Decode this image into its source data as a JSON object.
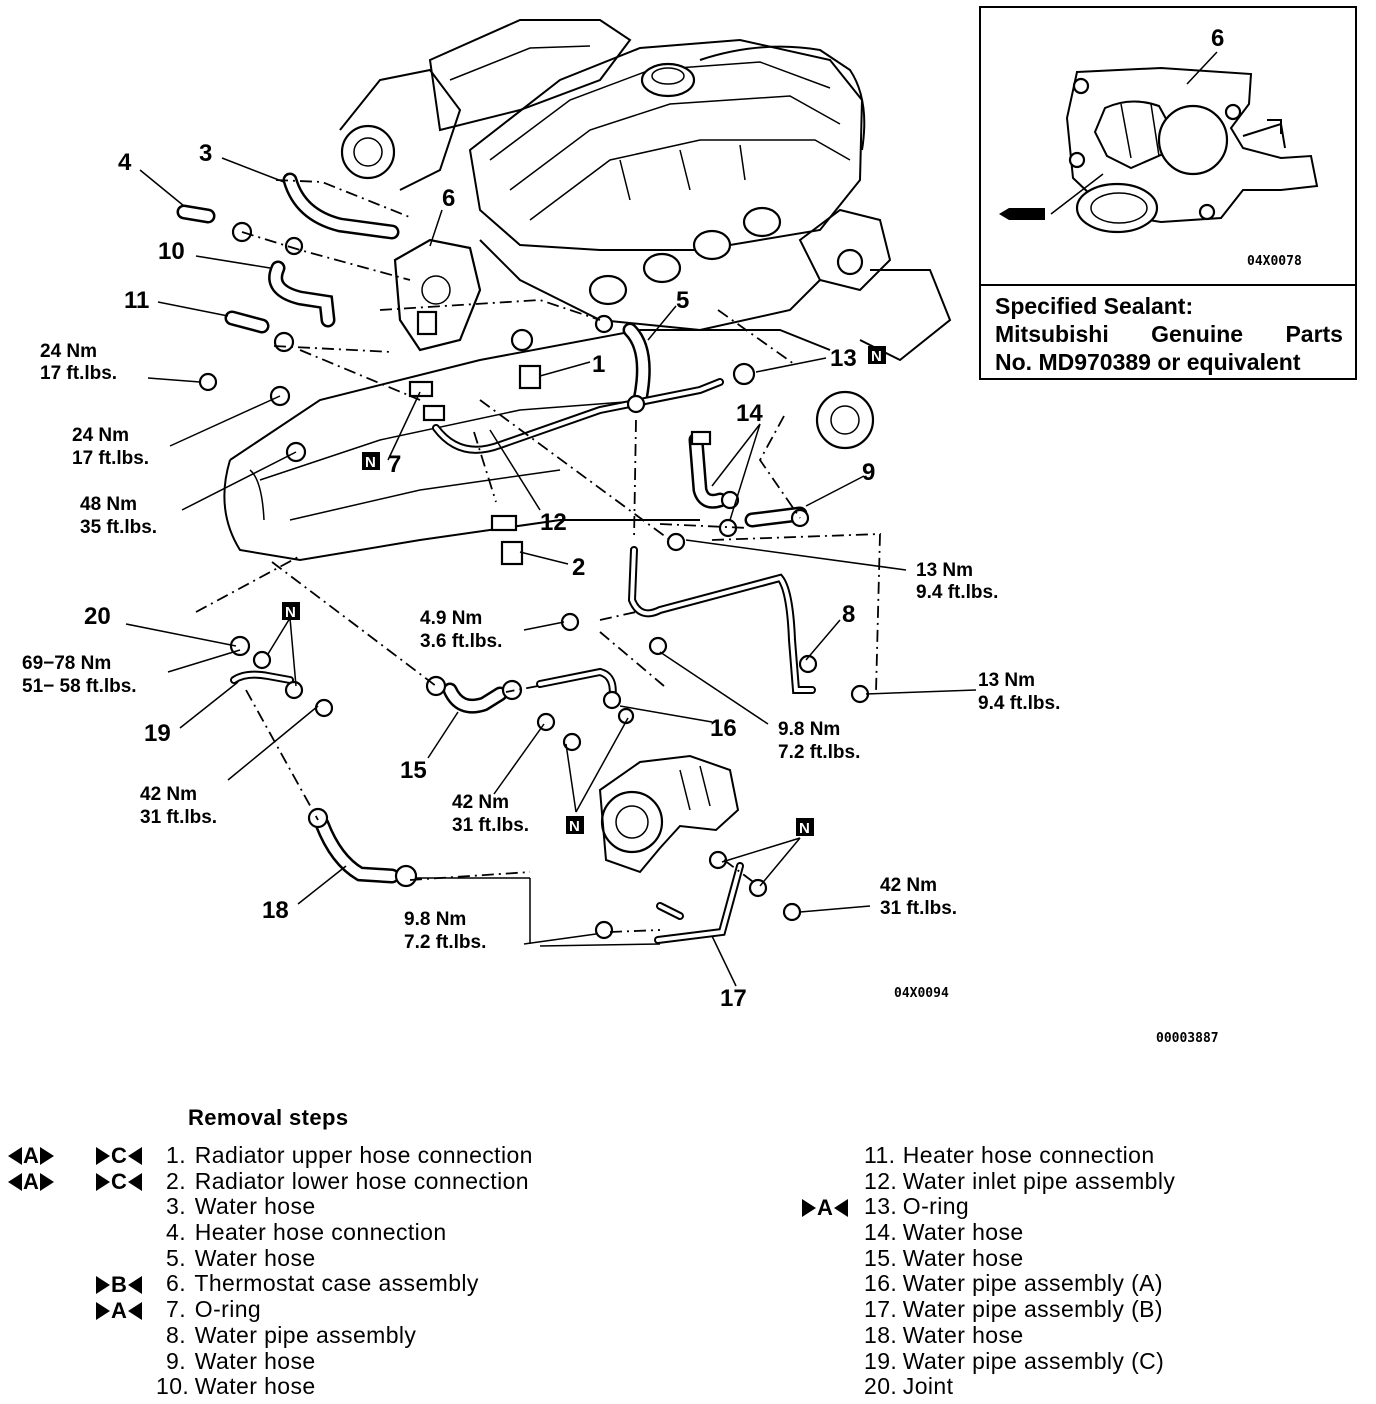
{
  "callouts": {
    "c1": "1",
    "c2": "2",
    "c3": "3",
    "c4": "4",
    "c5": "5",
    "c6": "6",
    "c7": "7",
    "c8": "8",
    "c9": "9",
    "c10": "10",
    "c11": "11",
    "c12": "12",
    "c13": "13",
    "c14": "14",
    "c15": "15",
    "c16": "16",
    "c17": "17",
    "c18": "18",
    "c19": "19",
    "c20": "20"
  },
  "torque": {
    "t24a_nm": "24 Nm",
    "t24a_ft": "17 ft.lbs.",
    "t24b_nm": "24  Nm",
    "t24b_ft": "17 ft.lbs.",
    "t48_nm": "48 Nm",
    "t48_ft": "35 ft.lbs.",
    "t13a_nm": "13 Nm",
    "t13a_ft": "9.4 ft.lbs.",
    "t49_nm": "4.9 Nm",
    "t49_ft": "3.6  ft.lbs.",
    "t6978_nm": "69−78 Nm",
    "t6978_ft": "51− 58 ft.lbs.",
    "t13b_nm": "13 Nm",
    "t13b_ft": "9.4 ft.lbs.",
    "t98a_nm": "9.8 Nm",
    "t98a_ft": "7.2 ft.lbs.",
    "t42a_nm": "42  Nm",
    "t42a_ft": "31 ft.lbs.",
    "t42b_nm": "42  Nm",
    "t42b_ft": "31  ft.lbs.",
    "t42c_nm": "42  Nm",
    "t42c_ft": "31  ft.lbs.",
    "t98b_nm": "9.8 Nm",
    "t98b_ft": "7.2  ft.lbs."
  },
  "badge_letter": "N",
  "codes": {
    "main_fig": "04X0094",
    "doc_id": "00003887",
    "inset_fig": "04X0078"
  },
  "inset": {
    "callout": "6",
    "sealant_title": "Specified Sealant:",
    "line2_left": "Mitsubishi",
    "line2_mid": "Genuine",
    "line2_right": "Parts",
    "line3": "No. MD970389 or equivalent"
  },
  "removal": {
    "title": "Removal steps",
    "left": [
      {
        "num": "1.",
        "text": "Radiator upper hose connection"
      },
      {
        "num": "2.",
        "text": "Radiator lower hose connection"
      },
      {
        "num": "3.",
        "text": "Water hose"
      },
      {
        "num": "4.",
        "text": "Heater hose connection"
      },
      {
        "num": "5.",
        "text": "Water hose"
      },
      {
        "num": "6.",
        "text": "Thermostat case assembly"
      },
      {
        "num": "7.",
        "text": "O-ring"
      },
      {
        "num": "8.",
        "text": "Water pipe assembly"
      },
      {
        "num": "9.",
        "text": "Water hose"
      },
      {
        "num": "10.",
        "text": "Water hose"
      }
    ],
    "right": [
      {
        "num": "11.",
        "text": "Heater hose connection"
      },
      {
        "num": "12.",
        "text": "Water inlet pipe assembly"
      },
      {
        "num": "13.",
        "text": "O-ring"
      },
      {
        "num": "14.",
        "text": "Water hose"
      },
      {
        "num": "15.",
        "text": "Water hose"
      },
      {
        "num": "16.",
        "text": "Water pipe assembly (A)"
      },
      {
        "num": "17.",
        "text": "Water pipe assembly (B)"
      },
      {
        "num": "18.",
        "text": "Water hose"
      },
      {
        "num": "19.",
        "text": "Water pipe assembly (C)"
      },
      {
        "num": "20.",
        "text": "Joint"
      }
    ],
    "marks": {
      "a": "A",
      "b": "B",
      "c": "C"
    }
  }
}
